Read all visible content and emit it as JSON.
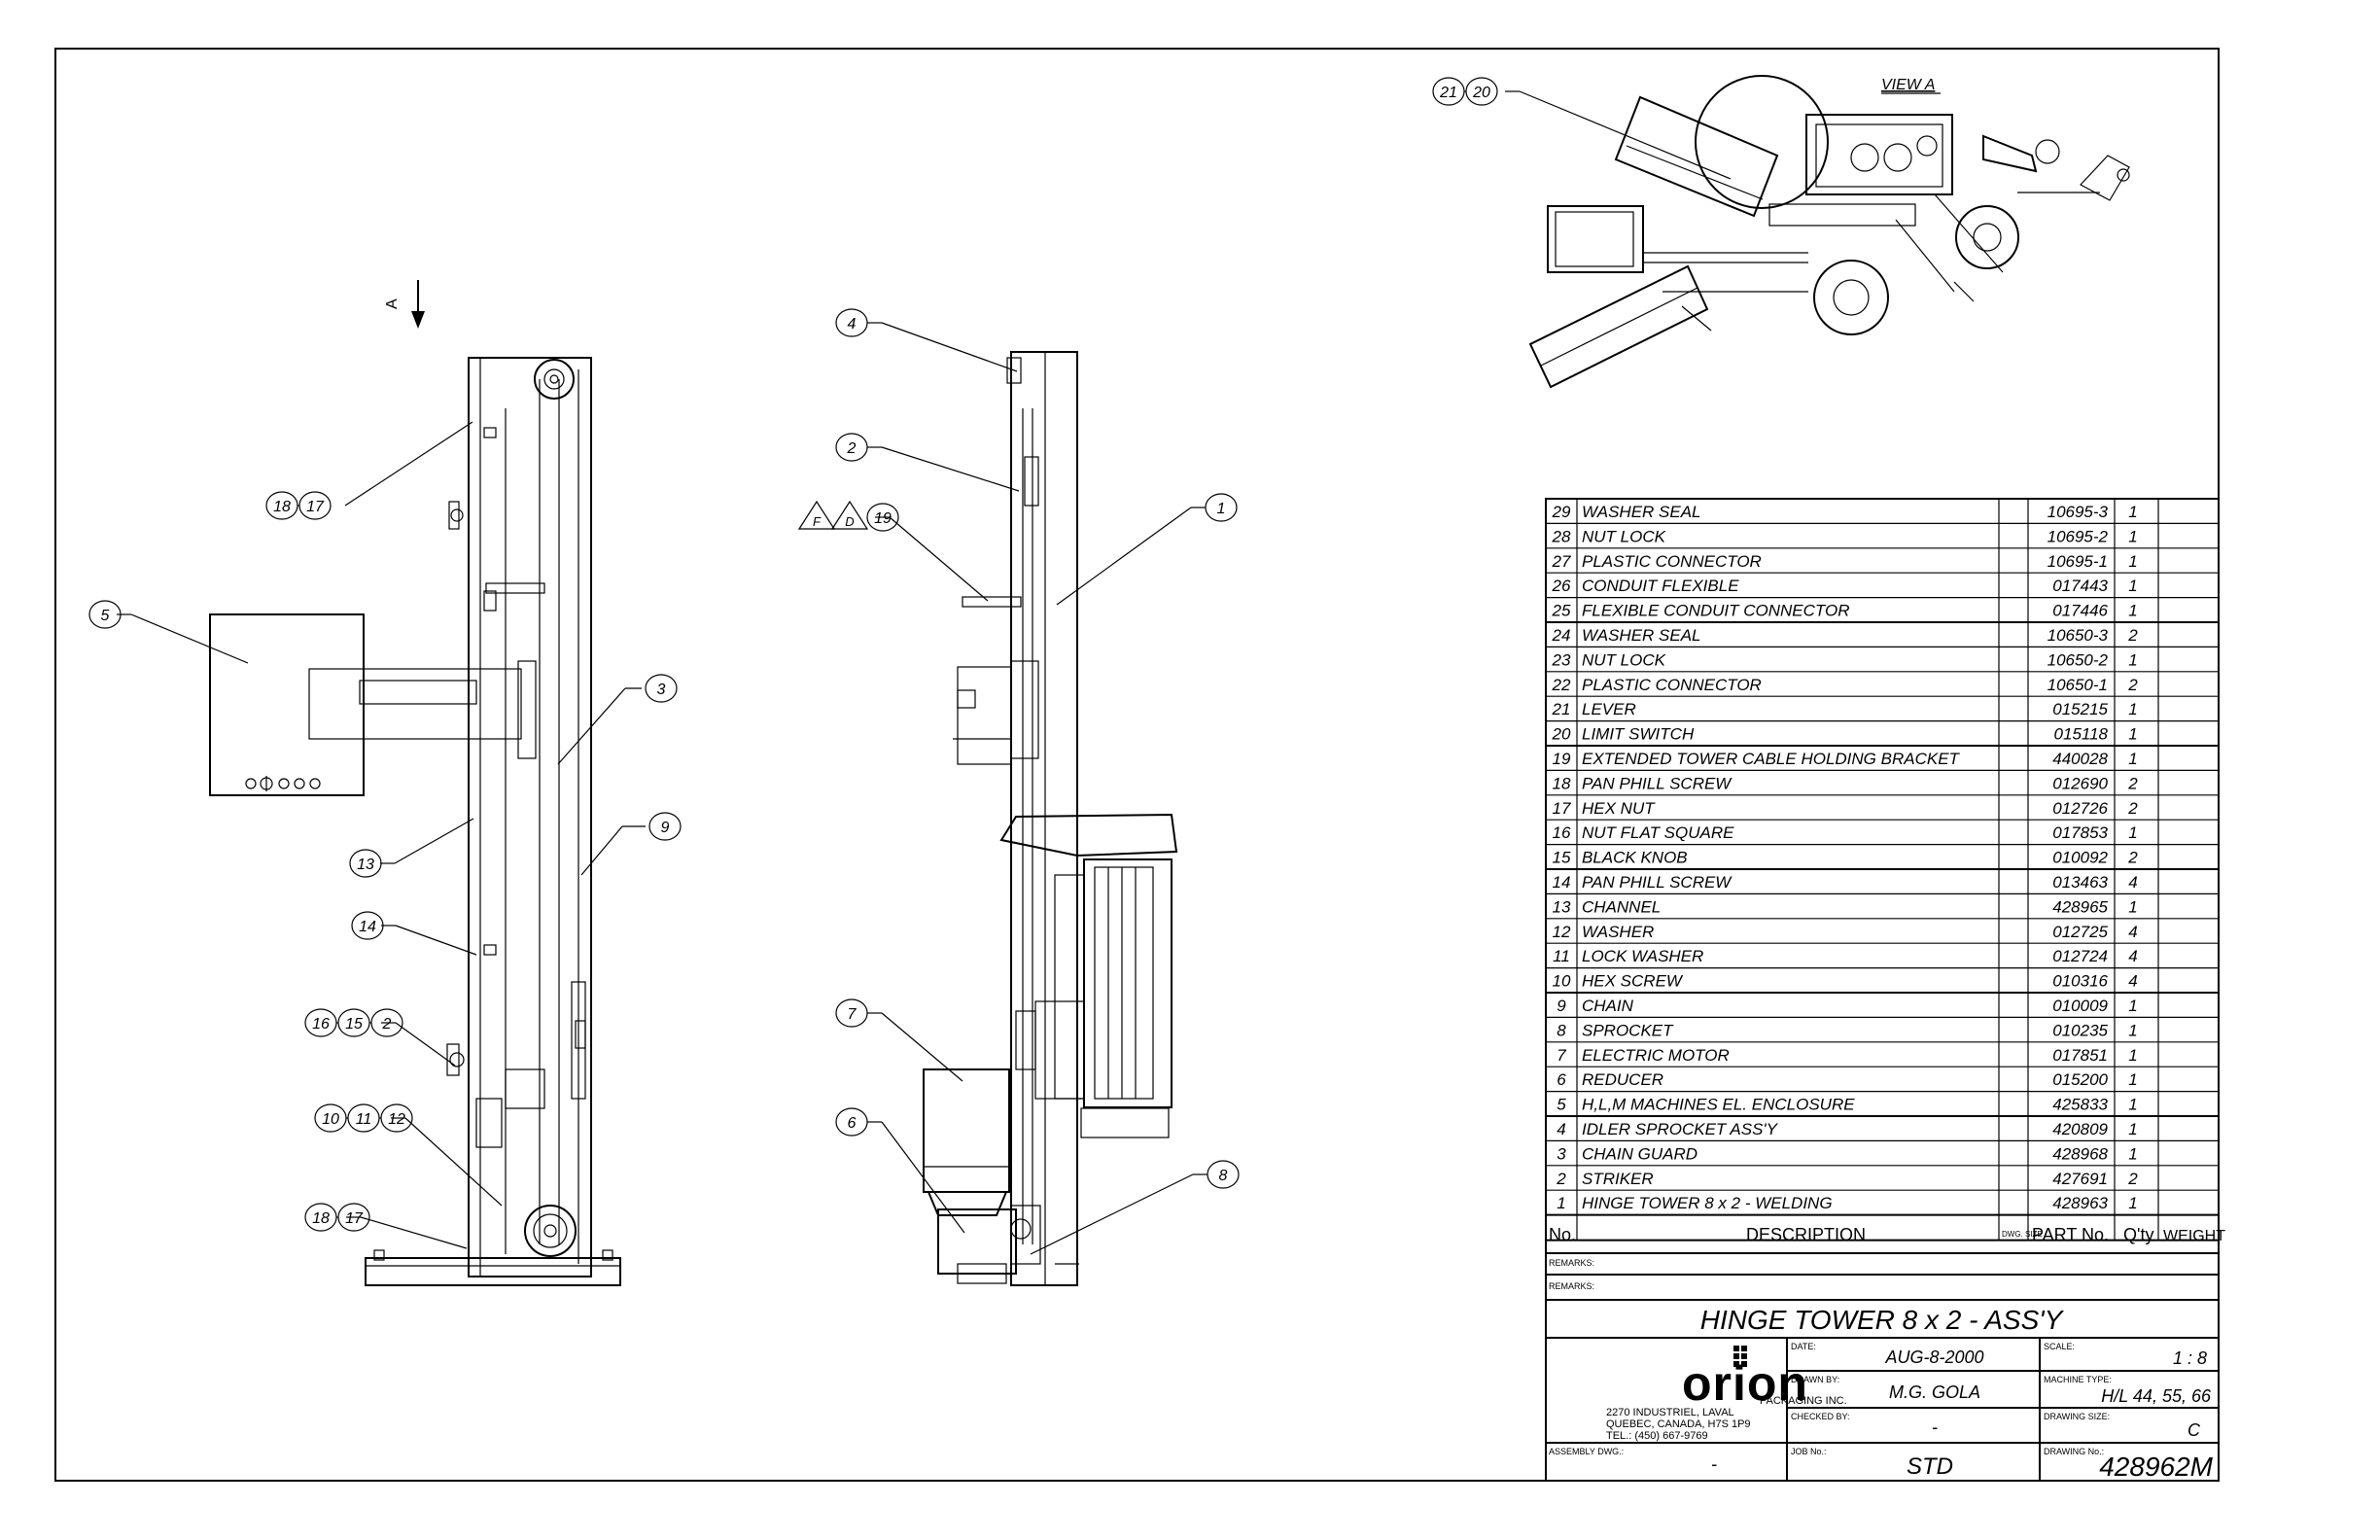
{
  "drawing": {
    "view_label": "VIEW A",
    "view_arrow_label": "A",
    "callouts_left": [
      {
        "label": "18-17",
        "nums": [
          "18",
          "17"
        ]
      },
      {
        "label": "5",
        "nums": [
          "5"
        ]
      },
      {
        "label": "3",
        "nums": [
          "3"
        ]
      },
      {
        "label": "9",
        "nums": [
          "9"
        ]
      },
      {
        "label": "13",
        "nums": [
          "13"
        ]
      },
      {
        "label": "14",
        "nums": [
          "14"
        ]
      },
      {
        "label": "16-15-2",
        "nums": [
          "16",
          "15",
          "2"
        ]
      },
      {
        "label": "10-11-12",
        "nums": [
          "10",
          "11",
          "12"
        ]
      },
      {
        "label": "18-17b",
        "nums": [
          "18",
          "17"
        ]
      }
    ],
    "callouts_mid": [
      {
        "label": "4",
        "nums": [
          "4"
        ]
      },
      {
        "label": "2",
        "nums": [
          "2"
        ]
      },
      {
        "label": "1",
        "nums": [
          "1"
        ]
      },
      {
        "label": "F-D-19",
        "nums": [
          "F",
          "D",
          "19"
        ]
      },
      {
        "label": "7",
        "nums": [
          "7"
        ]
      },
      {
        "label": "6",
        "nums": [
          "6"
        ]
      },
      {
        "label": "8",
        "nums": [
          "8"
        ]
      }
    ],
    "callouts_view": [
      {
        "label": "21-20",
        "nums": [
          "21",
          "20"
        ]
      }
    ]
  },
  "bom": {
    "header": {
      "no": "No.",
      "description": "DESCRIPTION",
      "dwg_size": "DWG. SIZE",
      "part_no": "PART No.",
      "qty": "Q'ty",
      "weight": "WEIGHT"
    },
    "rows": [
      {
        "no": "29",
        "description": "WASHER SEAL",
        "part_no": "10695-3",
        "qty": "1"
      },
      {
        "no": "28",
        "description": "NUT LOCK",
        "part_no": "10695-2",
        "qty": "1"
      },
      {
        "no": "27",
        "description": "PLASTIC CONNECTOR",
        "part_no": "10695-1",
        "qty": "1"
      },
      {
        "no": "26",
        "description": "CONDUIT FLEXIBLE",
        "part_no": "017443",
        "qty": "1"
      },
      {
        "no": "25",
        "description": "FLEXIBLE CONDUIT CONNECTOR",
        "part_no": "017446",
        "qty": "1"
      },
      {
        "no": "24",
        "description": "WASHER SEAL",
        "part_no": "10650-3",
        "qty": "2"
      },
      {
        "no": "23",
        "description": "NUT LOCK",
        "part_no": "10650-2",
        "qty": "1"
      },
      {
        "no": "22",
        "description": "PLASTIC CONNECTOR",
        "part_no": "10650-1",
        "qty": "2"
      },
      {
        "no": "21",
        "description": "LEVER",
        "part_no": "015215",
        "qty": "1"
      },
      {
        "no": "20",
        "description": "LIMIT SWITCH",
        "part_no": "015118",
        "qty": "1"
      },
      {
        "no": "19",
        "description": "EXTENDED TOWER CABLE HOLDING BRACKET",
        "part_no": "440028",
        "qty": "1"
      },
      {
        "no": "18",
        "description": "PAN PHILL SCREW",
        "part_no": "012690",
        "qty": "2"
      },
      {
        "no": "17",
        "description": "HEX NUT",
        "part_no": "012726",
        "qty": "2"
      },
      {
        "no": "16",
        "description": "NUT FLAT SQUARE",
        "part_no": "017853",
        "qty": "1"
      },
      {
        "no": "15",
        "description": "BLACK KNOB",
        "part_no": "010092",
        "qty": "2"
      },
      {
        "no": "14",
        "description": "PAN PHILL SCREW",
        "part_no": "013463",
        "qty": "4"
      },
      {
        "no": "13",
        "description": "CHANNEL",
        "part_no": "428965",
        "qty": "1"
      },
      {
        "no": "12",
        "description": "WASHER",
        "part_no": "012725",
        "qty": "4"
      },
      {
        "no": "11",
        "description": "LOCK WASHER",
        "part_no": "012724",
        "qty": "4"
      },
      {
        "no": "10",
        "description": "HEX SCREW",
        "part_no": "010316",
        "qty": "4"
      },
      {
        "no": "9",
        "description": "CHAIN",
        "part_no": "010009",
        "qty": "1"
      },
      {
        "no": "8",
        "description": "SPROCKET",
        "part_no": "010235",
        "qty": "1"
      },
      {
        "no": "7",
        "description": "ELECTRIC MOTOR",
        "part_no": "017851",
        "qty": "1"
      },
      {
        "no": "6",
        "description": "REDUCER",
        "part_no": "015200",
        "qty": "1"
      },
      {
        "no": "5",
        "description": "H,L,M MACHINES EL. ENCLOSURE",
        "part_no": "425833",
        "qty": "1"
      },
      {
        "no": "4",
        "description": "IDLER SPROCKET ASS'Y",
        "part_no": "420809",
        "qty": "1"
      },
      {
        "no": "3",
        "description": "CHAIN GUARD",
        "part_no": "428968",
        "qty": "1"
      },
      {
        "no": "2",
        "description": "STRIKER",
        "part_no": "427691",
        "qty": "2"
      },
      {
        "no": "1",
        "description": "HINGE TOWER 8 x 2 - WELDING",
        "part_no": "428963",
        "qty": "1"
      }
    ]
  },
  "title_block": {
    "remarks_label_1": "REMARKS:",
    "remarks_label_2": "REMARKS:",
    "title": "HINGE TOWER 8 x 2 - ASS'Y",
    "company": "orion",
    "company_sub": "PACKAGING INC.",
    "address_1": "2270 INDUSTRIEL, LAVAL",
    "address_2": "QUEBEC, CANADA, H7S 1P9",
    "address_3": "TEL.: (450) 667-9769",
    "date_label": "DATE:",
    "date": "AUG-8-2000",
    "drawn_by_label": "DRAWN BY:",
    "drawn_by": "M.G. GOLA",
    "checked_by_label": "CHECKED BY:",
    "checked_by": "-",
    "job_label": "JOB No.:",
    "job": "STD",
    "scale_label": "SCALE:",
    "scale": "1 : 8",
    "machine_type_label": "MACHINE TYPE:",
    "machine_type": "H/L 44, 55, 66",
    "drawing_size_label": "DRAWING SIZE:",
    "drawing_size": "C",
    "drawing_no_label": "DRAWING No.:",
    "drawing_no": "428962M",
    "assembly_label": "ASSEMBLY DWG.:",
    "assembly": "-"
  }
}
